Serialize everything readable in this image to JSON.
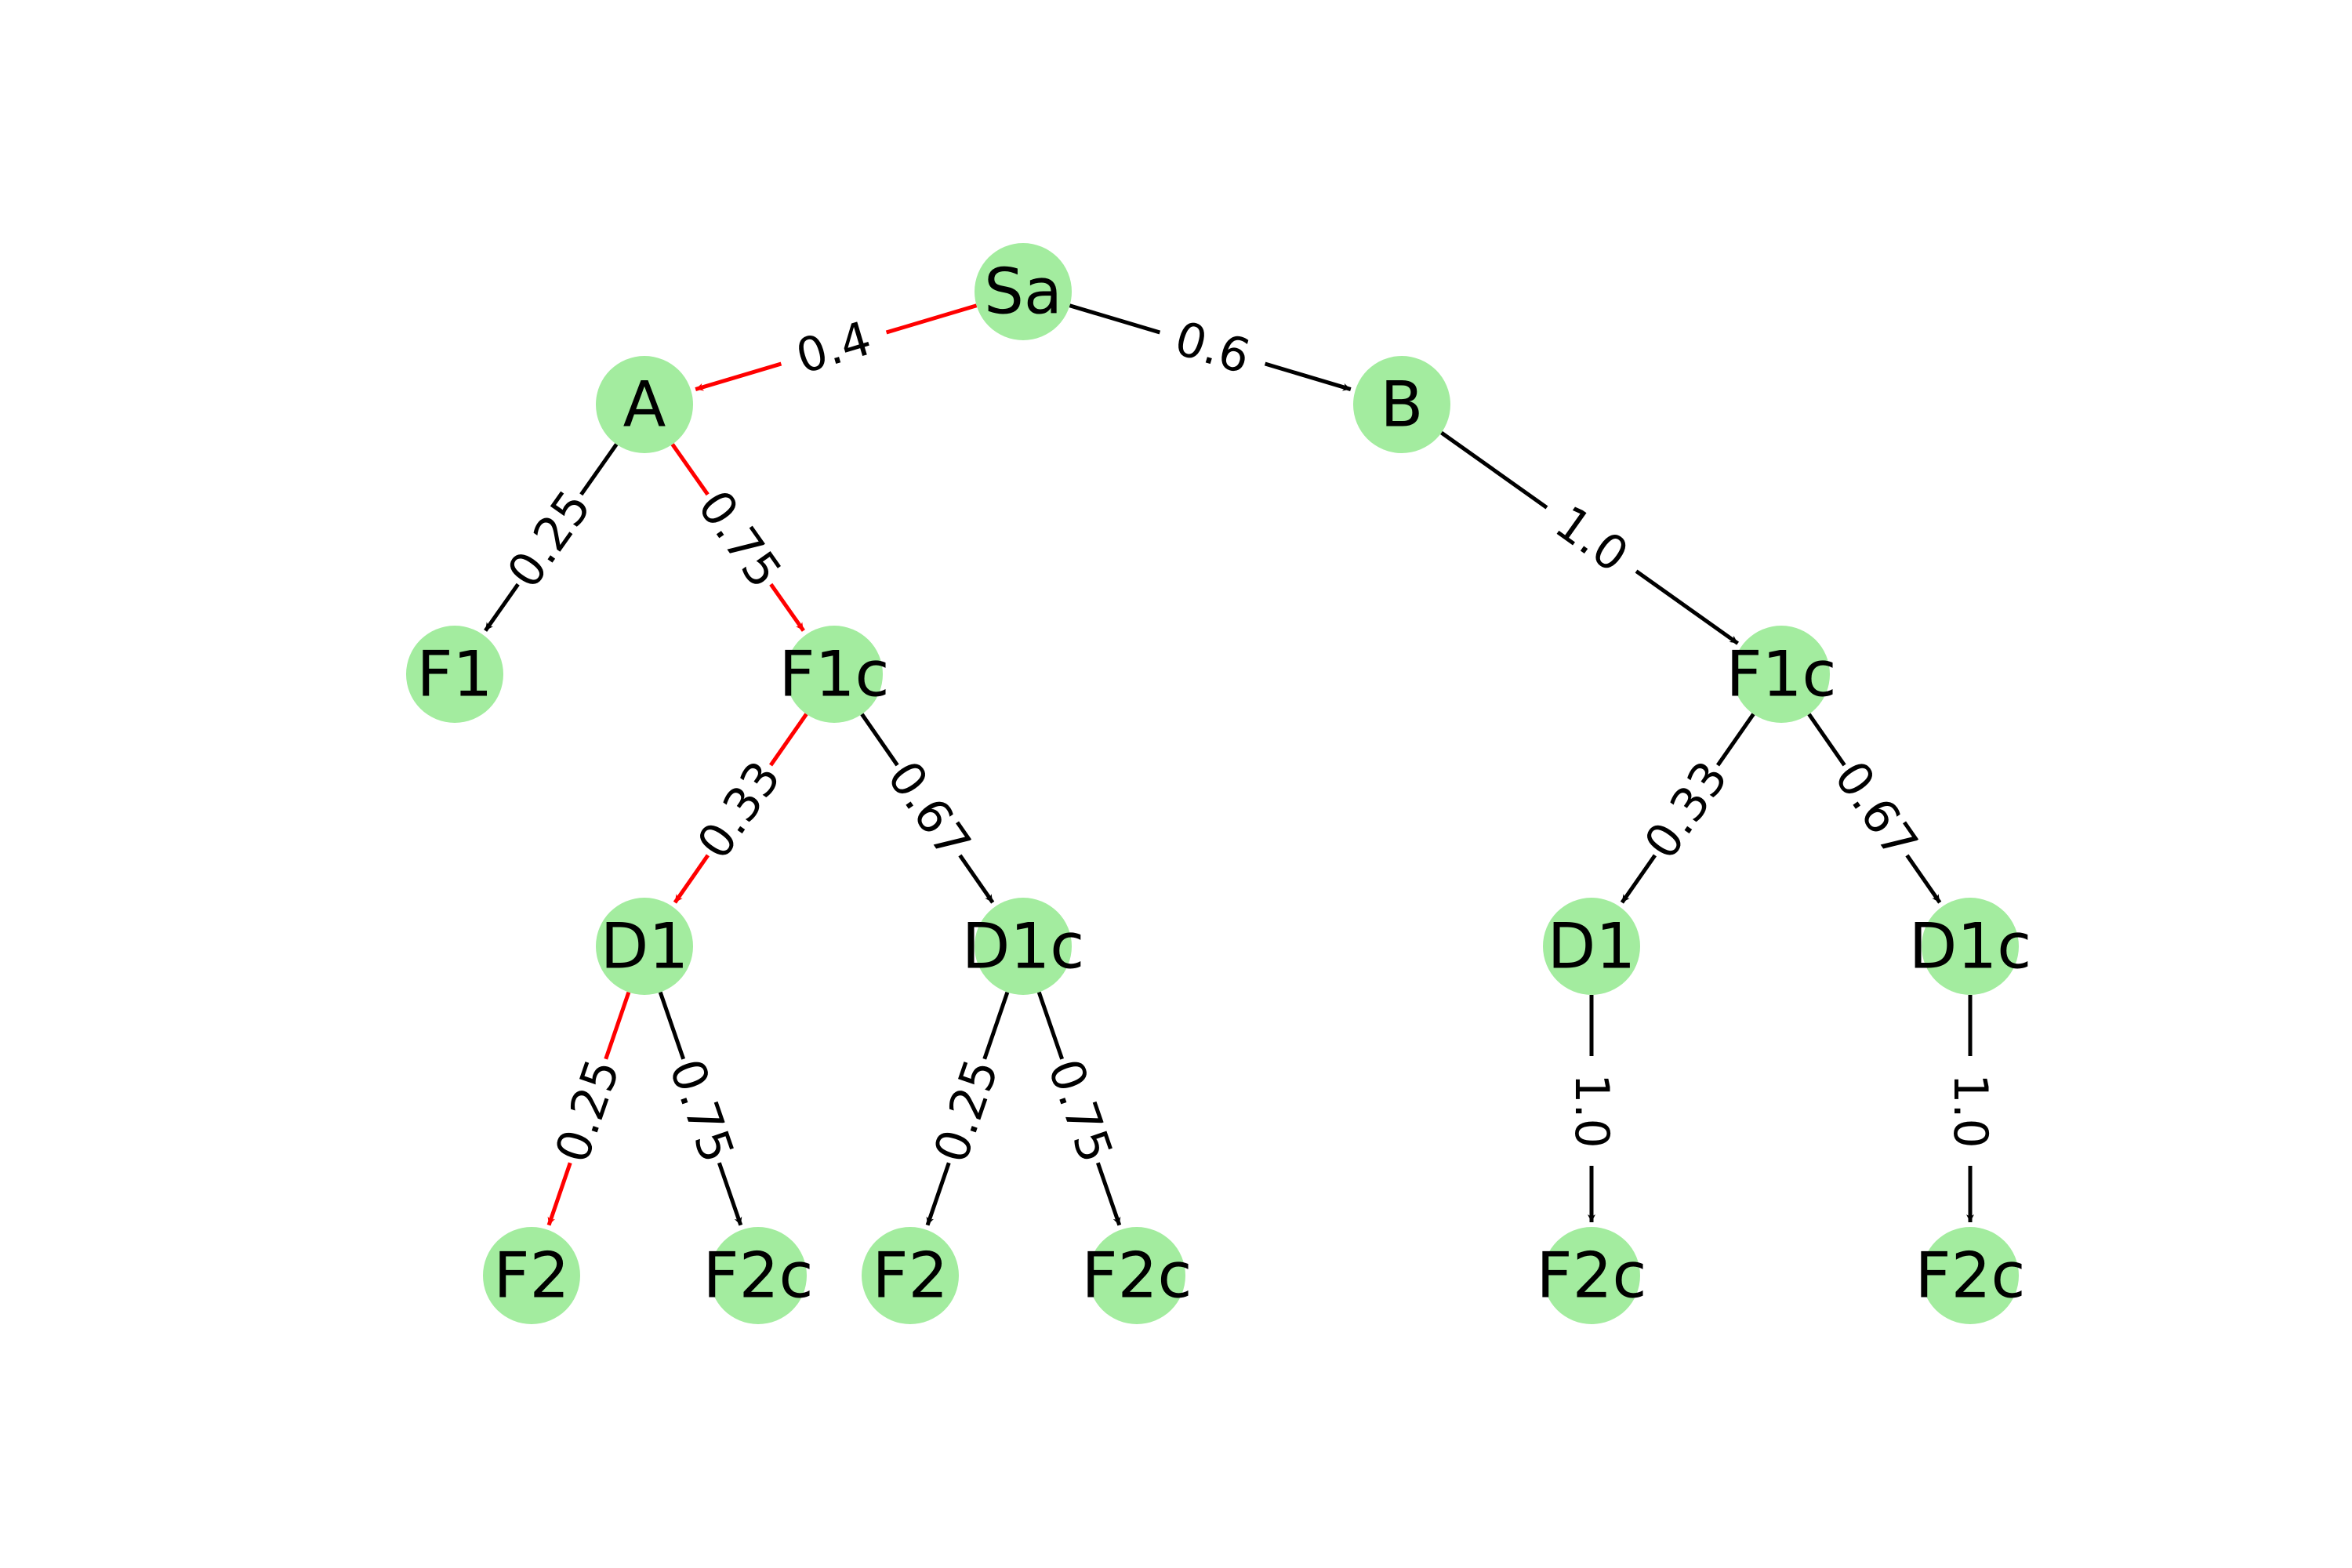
{
  "colors": {
    "node_fill": "#a3ec9f",
    "edge_default": "#000000",
    "edge_highlight": "#ff0000",
    "background": "#ffffff"
  },
  "nodes": [
    {
      "id": "Sa",
      "label": "Sa"
    },
    {
      "id": "A",
      "label": "A"
    },
    {
      "id": "B",
      "label": "B"
    },
    {
      "id": "F1",
      "label": "F1"
    },
    {
      "id": "F1cL",
      "label": "F1c"
    },
    {
      "id": "F1cR",
      "label": "F1c"
    },
    {
      "id": "D1L",
      "label": "D1"
    },
    {
      "id": "D1cL",
      "label": "D1c"
    },
    {
      "id": "D1R",
      "label": "D1"
    },
    {
      "id": "D1cR",
      "label": "D1c"
    },
    {
      "id": "F2a",
      "label": "F2"
    },
    {
      "id": "F2cA",
      "label": "F2c"
    },
    {
      "id": "F2b",
      "label": "F2"
    },
    {
      "id": "F2cB",
      "label": "F2c"
    },
    {
      "id": "F2cC",
      "label": "F2c"
    },
    {
      "id": "F2cD",
      "label": "F2c"
    }
  ],
  "edges": [
    {
      "from": "Sa",
      "to": "A",
      "label": "0.4",
      "highlight": true
    },
    {
      "from": "Sa",
      "to": "B",
      "label": "0.6",
      "highlight": false
    },
    {
      "from": "A",
      "to": "F1",
      "label": "0.25",
      "highlight": false
    },
    {
      "from": "A",
      "to": "F1cL",
      "label": "0.75",
      "highlight": true
    },
    {
      "from": "B",
      "to": "F1cR",
      "label": "1.0",
      "highlight": false
    },
    {
      "from": "F1cL",
      "to": "D1L",
      "label": "0.33",
      "highlight": true
    },
    {
      "from": "F1cL",
      "to": "D1cL",
      "label": "0.67",
      "highlight": false
    },
    {
      "from": "F1cR",
      "to": "D1R",
      "label": "0.33",
      "highlight": false
    },
    {
      "from": "F1cR",
      "to": "D1cR",
      "label": "0.67",
      "highlight": false
    },
    {
      "from": "D1L",
      "to": "F2a",
      "label": "0.25",
      "highlight": true
    },
    {
      "from": "D1L",
      "to": "F2cA",
      "label": "0.75",
      "highlight": false
    },
    {
      "from": "D1cL",
      "to": "F2b",
      "label": "0.25",
      "highlight": false
    },
    {
      "from": "D1cL",
      "to": "F2cB",
      "label": "0.75",
      "highlight": false
    },
    {
      "from": "D1R",
      "to": "F2cC",
      "label": "1.0",
      "highlight": false
    },
    {
      "from": "D1cR",
      "to": "F2cD",
      "label": "1.0",
      "highlight": false
    }
  ]
}
